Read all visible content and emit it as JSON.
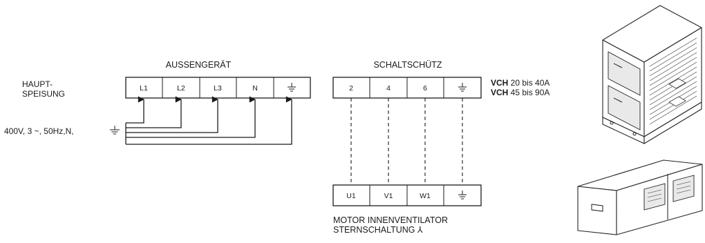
{
  "main_supply": {
    "label_line1": "HAUPT-",
    "label_line2": "SPEISUNG",
    "spec": "400V, 3 ~, 50Hz,N,"
  },
  "outdoor_unit": {
    "title": "AUSSENGERÄT",
    "terminals": [
      "L1",
      "L2",
      "L3",
      "N"
    ]
  },
  "contactor": {
    "title": "SCHALTSCHÜTZ",
    "terminals": [
      "2",
      "4",
      "6"
    ],
    "models": [
      {
        "name": "VCH",
        "range": " 20 bis 40A"
      },
      {
        "name": "VCH",
        "range": " 45 bis 90A"
      }
    ]
  },
  "motor": {
    "terminals": [
      "U1",
      "V1",
      "W1"
    ],
    "label_line1": "MOTOR INNENVENTILATOR",
    "label_line2": "STERNSCHALTUNG ⅄"
  },
  "icons": {
    "ground": "ground-symbol-icon",
    "outdoor_unit": "outdoor-unit-illustration",
    "indoor_unit": "indoor-unit-illustration"
  }
}
